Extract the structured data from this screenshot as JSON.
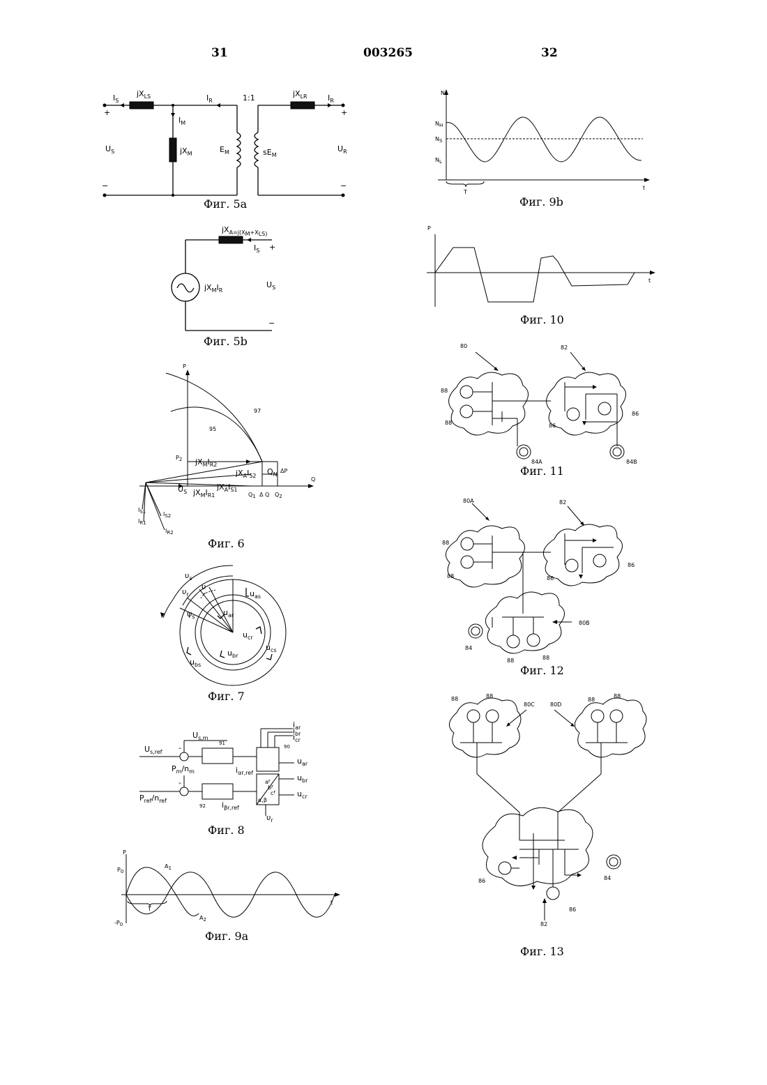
{
  "header": {
    "left_page": "31",
    "doc_number": "003265",
    "right_page": "32"
  },
  "captions": {
    "fig5a": "Фиг. 5a",
    "fig5b": "Фиг. 5b",
    "fig6": "Фиг. 6",
    "fig7": "Фиг. 7",
    "fig8": "Фиг. 8",
    "fig9a": "Фиг. 9a",
    "fig9b": "Фиг. 9b",
    "fig10": "Фиг. 10",
    "fig11": "Фиг. 11",
    "fig12": "Фиг. 12",
    "fig13": "Фиг. 13"
  },
  "fig5a": {
    "is": "I",
    "is_sub": "S",
    "jxls": "jX",
    "jxls_sub": "LS",
    "ir": "I",
    "ir_sub": "R",
    "ratio": "1:1",
    "jxlr": "jX",
    "jxlr_sub": "LR",
    "ir2": "I",
    "ir2_sub": "R",
    "plus": "+",
    "minus": "−",
    "im": "I",
    "im_sub": "M",
    "jxm": "jX",
    "jxm_sub": "M",
    "em": "E",
    "em_sub": "M",
    "sem": "sE",
    "sem_sub": "M",
    "us": "U",
    "us_sub": "S",
    "ur": "U",
    "ur_sub": "R"
  },
  "fig5b": {
    "jxa": "jX",
    "jxa_eq": "A=j(X",
    "jxa_m": "M",
    "jxa_plus": "+X",
    "jxa_ls": "LS)",
    "is": "I",
    "is_sub": "S",
    "plus": "+",
    "src": "jX",
    "src_m": "M",
    "src_i": "I",
    "src_r": "R",
    "us": "U",
    "us_sub": "S",
    "minus": "−"
  },
  "fig6": {
    "p": "P",
    "q": "Q",
    "p2": "P",
    "p2_sub": "2",
    "c97": "97",
    "c95": "95",
    "jxmir2": "jX",
    "jxmir2_m": "M",
    "jxmir2_i": "I",
    "jxmir2_r": "R2",
    "jxais2": "jX",
    "jxais2_a": "A",
    "jxais2_i": "I",
    "jxais2_s": "S2",
    "qn": "Q",
    "qn_sub": "N",
    "dp": "ΔP",
    "us": "U",
    "us_sub": "S",
    "jxmir1": "jX",
    "jxmir1_m": "M",
    "jxmir1_i": "I",
    "jxmir1_r": "R1",
    "jxais1": "jX",
    "jxais1_a": "A",
    "jxais1_i": "I",
    "jxais1_s": "S1",
    "q1": "Q",
    "q1_sub": "1",
    "dq": "Δ Q",
    "q2": "Q",
    "q2_sub": "2",
    "is1": "I",
    "is1_sub": "S1",
    "ir1": "I",
    "ir1_sub": "R1",
    "is2": "I",
    "is2_sub": "S2",
    "ir2": "I",
    "ir2_sub": "R2"
  },
  "fig7": {
    "vs": "υ",
    "vs_sub": "s",
    "vr": "υ",
    "vr_sub": "r",
    "v": "υ",
    "psis": "ψ",
    "psis_sub": "s",
    "uas": "u",
    "uas_sub": "as",
    "uar": "u",
    "uar_sub": "ar",
    "ucr": "u",
    "ucr_sub": "cr",
    "ubr": "u",
    "ubr_sub": "br",
    "ucs": "u",
    "ucs_sub": "cs",
    "ubs": "u",
    "ubs_sub": "bs"
  },
  "fig8": {
    "us_ref": "U",
    "us_ref_sub": "s,ref",
    "usm": "U",
    "usm_sub": "s,m",
    "b91": "91",
    "b90": "90",
    "iar": "i",
    "iar_sub": "ar",
    "ibr": "i",
    "ibr_sub": "br",
    "icr": "i",
    "icr_sub": "cr",
    "uar": "u",
    "uar_sub": "ar",
    "ubr": "u",
    "ubr_sub": "br",
    "ucr": "u",
    "ucr_sub": "cr",
    "pm": "P",
    "pm_sub": "m",
    "nm": "/n",
    "nm_sub": "m",
    "iaref": "i",
    "iaref_sub": "αr,ref",
    "pref": "P",
    "pref_sub": "ref",
    "nref": "/n",
    "nref_sub": "ref",
    "b92": "92",
    "ibref": "i",
    "ibref_sub": "βr,ref",
    "ar": "a",
    "ar_sub": "r",
    "br": "b",
    "br_sub": "r",
    "cr": "c",
    "cr_sub": "r",
    "ab": "α,β",
    "vr": "υ",
    "vr_sub": "r",
    "minus": "-"
  },
  "fig9a": {
    "p": "P",
    "p0": "P",
    "p0_sub": "0",
    "mp0": "-P",
    "mp0_sub": "0",
    "a1": "A",
    "a1_sub": "1",
    "a2": "A",
    "a2_sub": "2",
    "t": "t",
    "T": "T"
  },
  "fig9b": {
    "n": "N",
    "nh": "N",
    "nh_sub": "H",
    "ns": "N",
    "ns_sub": "S",
    "nl": "N",
    "nl_sub": "L",
    "t": "t",
    "T": "T"
  },
  "fig10": {
    "p": "P",
    "t": "t"
  },
  "fig11": {
    "n80": "80",
    "n82": "82",
    "n88a": "88",
    "n88b": "88",
    "n86a": "86",
    "n86b": "86",
    "n84a": "84A",
    "n84b": "84B"
  },
  "fig12": {
    "n80a": "80A",
    "n82": "82",
    "n88a": "88",
    "n88b": "88",
    "n86a": "86",
    "n86b": "86",
    "n80b": "80B",
    "n84": "84",
    "n88c": "88",
    "n88d": "88"
  },
  "fig13": {
    "n88a": "88",
    "n88b": "88",
    "n80c": "80C",
    "n80d": "80D",
    "n88c": "88",
    "n88d": "88",
    "n86a": "86",
    "n84": "84",
    "n86b": "86",
    "n82": "82"
  }
}
